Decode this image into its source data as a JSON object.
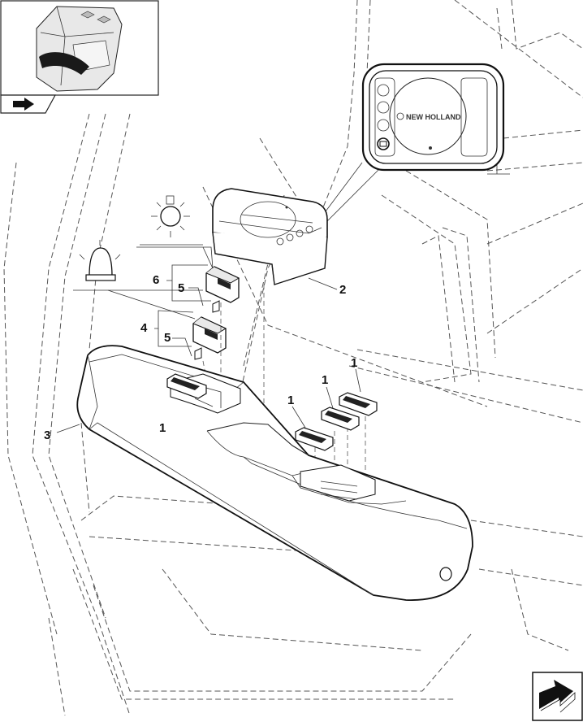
{
  "callouts": [
    {
      "id": "c6",
      "text": "6"
    },
    {
      "id": "c5a",
      "text": "5"
    },
    {
      "id": "c4",
      "text": "4"
    },
    {
      "id": "c5b",
      "text": "5"
    },
    {
      "id": "c2",
      "text": "2"
    },
    {
      "id": "c3",
      "text": "3"
    },
    {
      "id": "c1a",
      "text": "1"
    },
    {
      "id": "c1b",
      "text": "1"
    },
    {
      "id": "c1c",
      "text": "1"
    },
    {
      "id": "c1d",
      "text": "1"
    }
  ],
  "panel_detail": {
    "brand": "NEW HOLLAND"
  },
  "icons": {
    "thumbnail": "cab-thumbnail-icon",
    "section_arrow": "section-arrow-icon",
    "next_page": "next-page-arrow-icon",
    "work_light": "work-light-symbol-icon",
    "beacon": "rotating-beacon-symbol-icon"
  },
  "colors": {
    "line": "#222222",
    "dashed": "#555555",
    "background": "#ffffff"
  }
}
